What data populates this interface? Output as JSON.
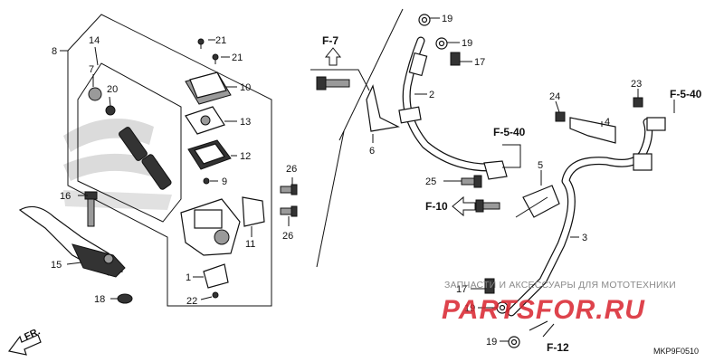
{
  "callouts": {
    "c1": "1",
    "c2": "2",
    "c3": "3",
    "c4": "4",
    "c5": "5",
    "c6": "6",
    "c7": "7",
    "c8": "8",
    "c9": "9",
    "c10": "10",
    "c11": "11",
    "c12": "12",
    "c13": "13",
    "c14": "14",
    "c15": "15",
    "c16": "16",
    "c17a": "17",
    "c17b": "17",
    "c18": "18",
    "c19a": "19",
    "c19b": "19",
    "c19c": "19",
    "c19d": "19",
    "c20": "20",
    "c21a": "21",
    "c21b": "21",
    "c22": "22",
    "c23": "23",
    "c24": "24",
    "c25": "25",
    "c26a": "26",
    "c26b": "26"
  },
  "refs": {
    "f7": "F-7",
    "f540a": "F-5-40",
    "f540b": "F-5-40",
    "f10": "F-10",
    "f12": "F-12"
  },
  "direction_label": "FR.",
  "diagram_code": "MKP9F0510",
  "watermark": {
    "subtitle": "ЗАПЧАСТИ И АКСЕССУАРЫ ДЛЯ МОТОТЕХНИКИ",
    "logo": "PARTSFOR.RU"
  },
  "colors": {
    "watermark_red": "#d9232d",
    "line": "#111111"
  }
}
